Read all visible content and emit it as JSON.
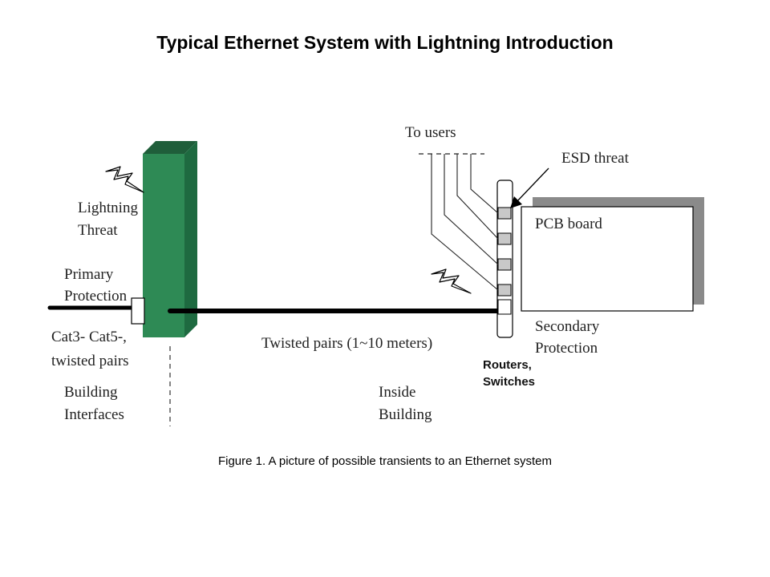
{
  "title": "Typical Ethernet System with Lightning Introduction",
  "caption": "Figure 1. A picture of possible transients to an Ethernet system",
  "labels": {
    "to_users": "To users",
    "esd_threat": "ESD threat",
    "lightning_1": "Lightning",
    "lightning_2": "Threat",
    "primary_1": "Primary",
    "primary_2": "Protection",
    "pcb_board": "PCB board",
    "cat_1": "Cat3- Cat5-,",
    "cat_2": "twisted pairs",
    "twisted_pairs": "Twisted pairs (1~10 meters)",
    "secondary_1": "Secondary",
    "secondary_2": "Protection",
    "routers_1": "Routers,",
    "routers_2": "Switches",
    "building_if_1": "Building",
    "building_if_2": "Interfaces",
    "inside_1": "Inside",
    "inside_2": "Building"
  },
  "colors": {
    "wall_front": "#2e8a55",
    "wall_top": "#1f5e3a",
    "wall_side": "#1e6a40",
    "pcb_shadow": "#8a8a8a",
    "port_fill": "#c8c8c8"
  },
  "icons": [
    "lightning-bolt-icon",
    "lightning-bolt-icon",
    "esd-arrow-icon"
  ]
}
